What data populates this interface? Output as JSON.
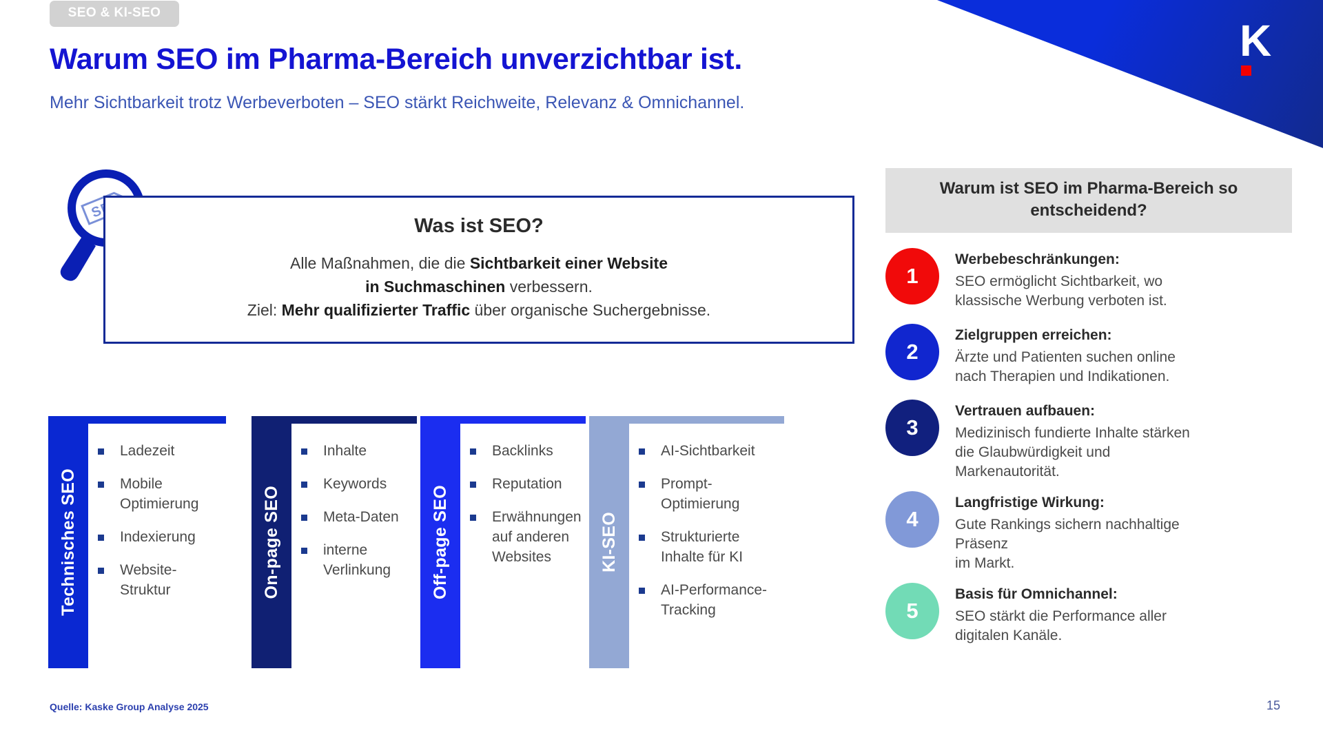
{
  "brand": {
    "logo_letter": "K",
    "corner_color_start": "#0a2ddb",
    "corner_color_end": "#122a8e",
    "dot_color": "#f20000"
  },
  "header": {
    "kicker": "SEO & KI-SEO",
    "title": "Warum SEO im Pharma-Bereich unverzichtbar ist",
    "title_period": ".",
    "subtitle": "Mehr Sichtbarkeit trotz Werbeverboten – SEO stärkt Reichweite, Relevanz & Omnichannel."
  },
  "definition": {
    "icon": "magnifier-seo-tag-icon",
    "icon_label": "SEO",
    "heading": "Was ist SEO?",
    "line1_pre": "Alle Maßnahmen, die die ",
    "line1_bold": "Sichtbarkeit einer Website",
    "line2_bold": "in Suchmaschinen",
    "line2_post": " verbessern.",
    "line3_pre": "Ziel: ",
    "line3_bold": "Mehr qualifizierter Traffic",
    "line3_post": " über organische Suchergebnisse."
  },
  "pillars": [
    {
      "label": "Technisches SEO",
      "color": "#0a28d2",
      "items": [
        "Ladezeit",
        "Mobile\nOptimierung",
        "Indexierung",
        "Website-\nStruktur"
      ]
    },
    {
      "label": "On-page SEO",
      "color": "#102073",
      "items": [
        "Inhalte",
        "Keywords",
        "Meta-Daten",
        "interne\nVerlinkung"
      ]
    },
    {
      "label": "Off-page SEO",
      "color": "#1b2df0",
      "items": [
        "Backlinks",
        "Reputation",
        "Erwähnungen\nauf anderen\nWebsites"
      ]
    },
    {
      "label": "KI-SEO",
      "color": "#93a8d4",
      "items": [
        "AI-Sichtbarkeit",
        "Prompt-\nOptimierung",
        "Strukturierte\nInhalte für KI",
        "AI-Performance-\nTracking"
      ]
    }
  ],
  "right_panel": {
    "title": "Warum ist SEO im Pharma-Bereich so entscheidend?",
    "reasons": [
      {
        "number": "1",
        "color": "#f10a0a",
        "title": "Werbebeschränkungen:",
        "text": "SEO ermöglicht Sichtbarkeit, wo\nklassische Werbung verboten ist."
      },
      {
        "number": "2",
        "color": "#1126cf",
        "title": "Zielgruppen erreichen:",
        "text": "Ärzte und Patienten suchen online\nnach Therapien und Indikationen."
      },
      {
        "number": "3",
        "color": "#11207e",
        "title": "Vertrauen aufbauen:",
        "text": "Medizinisch fundierte Inhalte stärken\ndie Glaubwürdigkeit und\nMarkenautorität."
      },
      {
        "number": "4",
        "color": "#8199d8",
        "title": "Langfristige Wirkung:",
        "text": "Gute Rankings sichern nachhaltige\nPräsenz\nim Markt."
      },
      {
        "number": "5",
        "color": "#72dbb6",
        "title": "Basis für Omnichannel:",
        "text": "SEO stärkt die Performance aller\ndigitalen Kanäle."
      }
    ]
  },
  "footer": {
    "source": "Quelle: Kaske Group Analyse 2025",
    "page_number": "15"
  }
}
